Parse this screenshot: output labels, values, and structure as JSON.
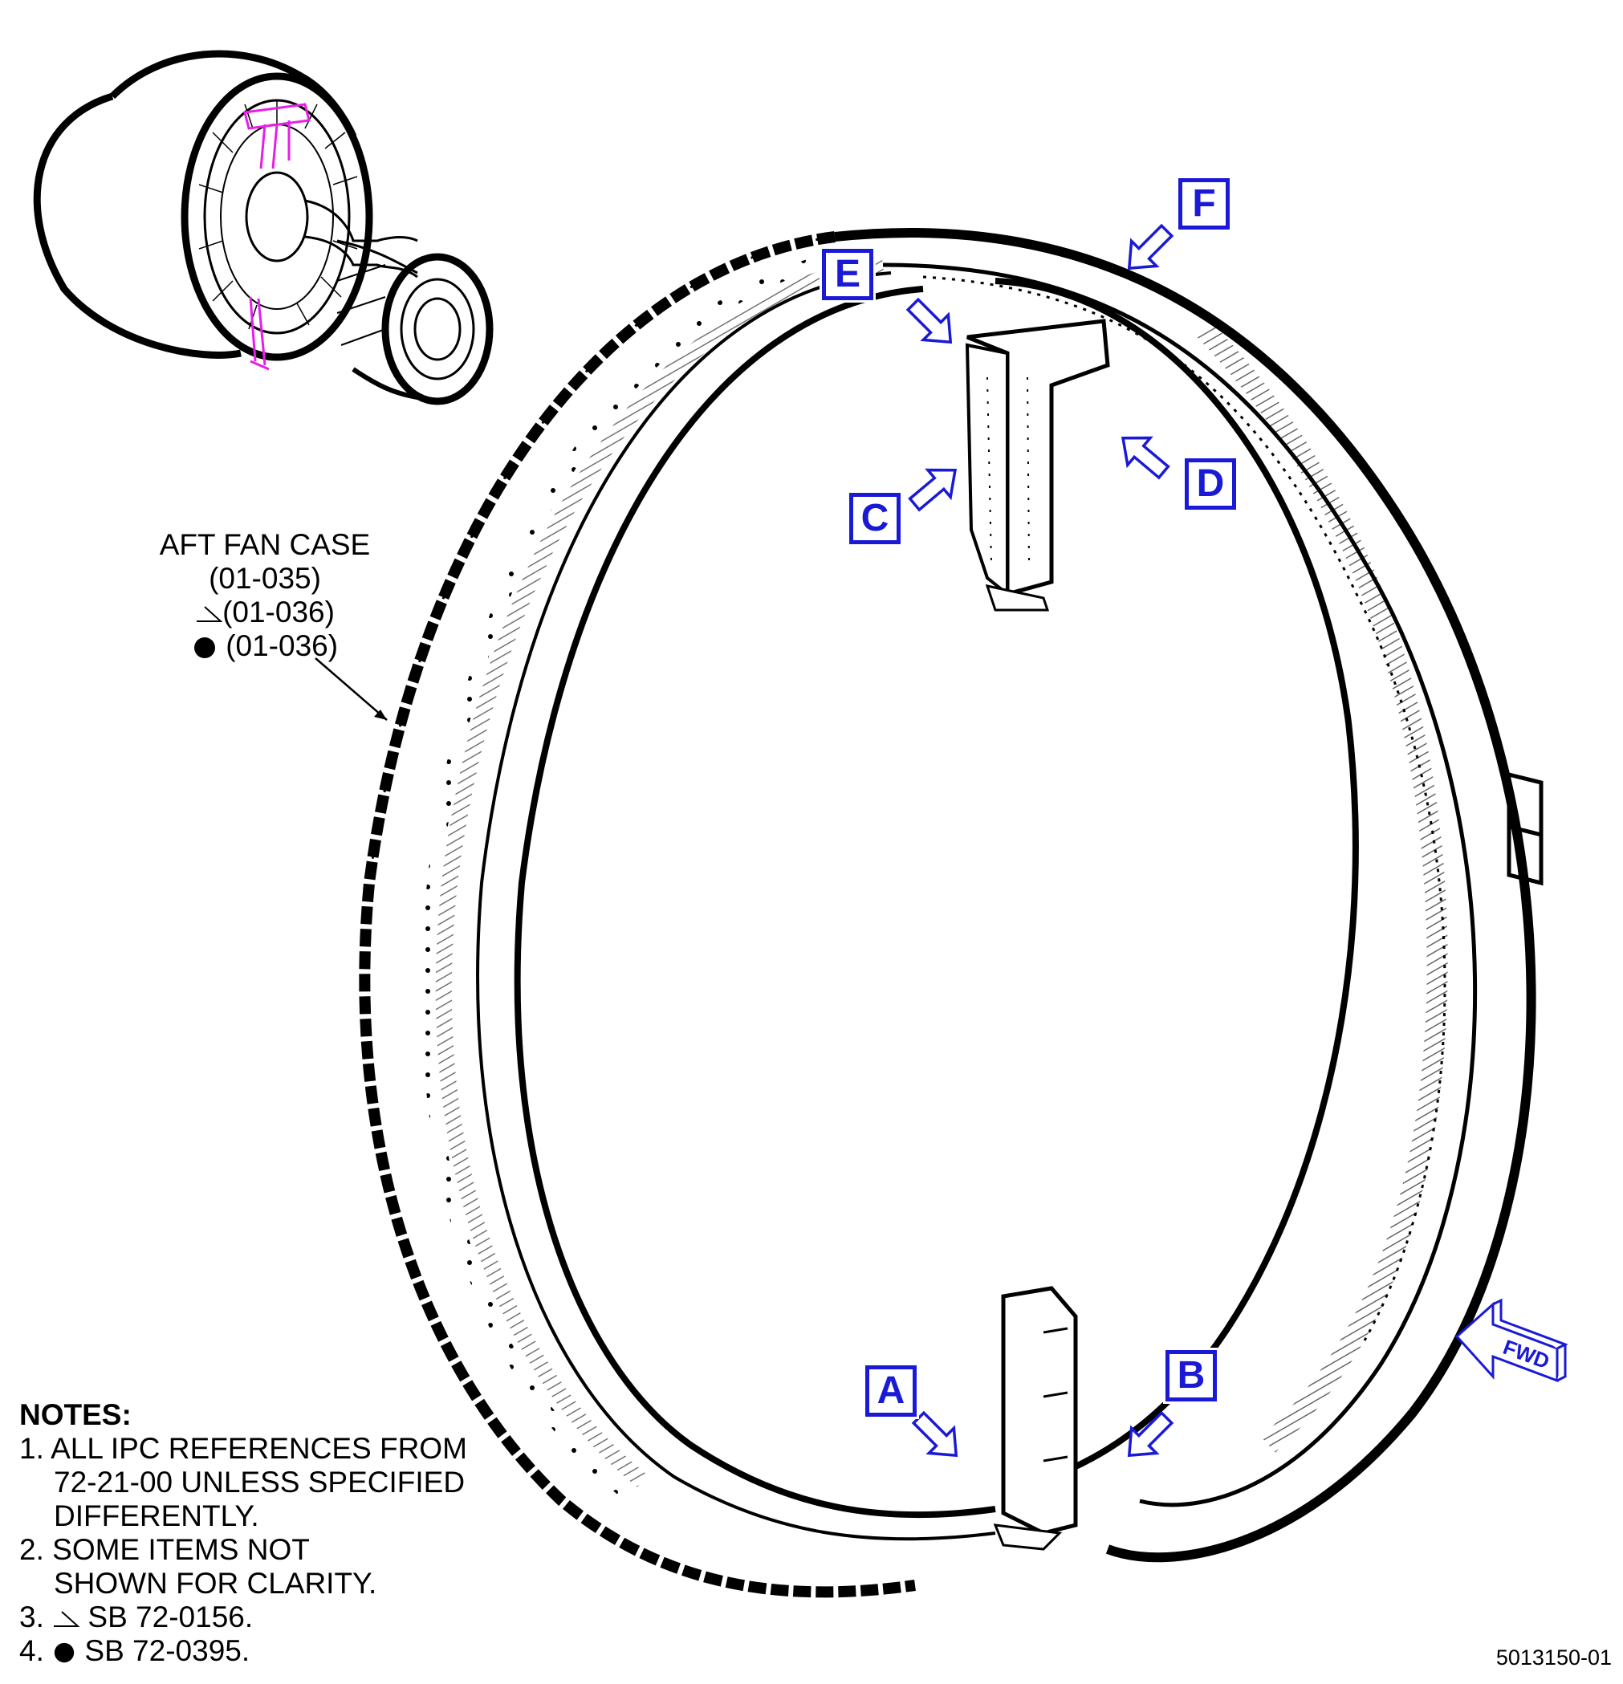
{
  "callout": {
    "part_name": "AFT FAN CASE",
    "refs": [
      {
        "marker": "none",
        "text": "(01-035)"
      },
      {
        "marker": "triangle",
        "text": "(01-036)"
      },
      {
        "marker": "dot",
        "text": "(01-036)"
      }
    ]
  },
  "view_labels": [
    "A",
    "B",
    "C",
    "D",
    "E",
    "F"
  ],
  "direction_label": "FWD",
  "notes": {
    "heading": "NOTES:",
    "items": [
      {
        "num": "1.",
        "lines": [
          "ALL IPC REFERENCES FROM",
          "72-21-00 UNLESS SPECIFIED",
          "DIFFERENTLY."
        ]
      },
      {
        "num": "2.",
        "lines": [
          "SOME ITEMS NOT",
          "SHOWN FOR CLARITY."
        ]
      },
      {
        "num": "3.",
        "marker": "triangle",
        "lines": [
          "SB 72-0156."
        ]
      },
      {
        "num": "4.",
        "marker": "dot",
        "lines": [
          "SB 72-0395."
        ]
      }
    ]
  },
  "figure_number": "5013150-01",
  "colors": {
    "view_label": "#1a1ad6",
    "locator_highlight": "#e81ee8",
    "line": "#000000"
  }
}
